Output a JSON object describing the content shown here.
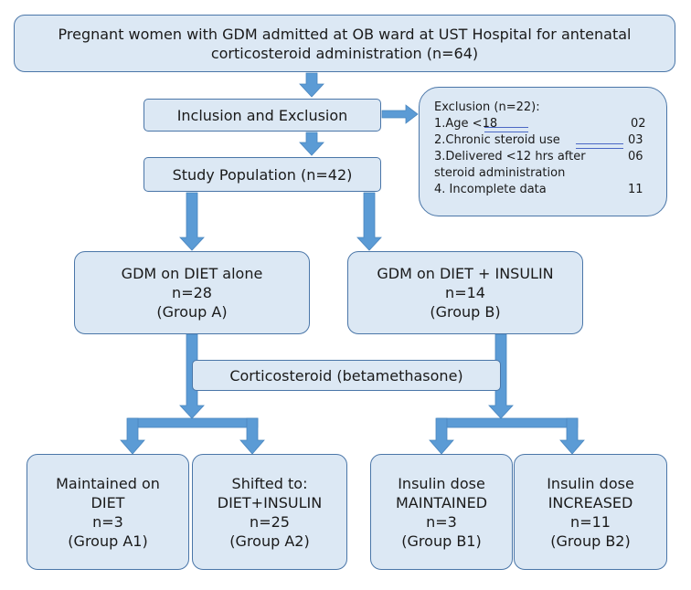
{
  "boxes": {
    "top": [
      "Pregnant women with GDM admitted at OB ward at UST Hospital for antenatal",
      "corticosteroid administration (n=64)"
    ],
    "inclusion": "Inclusion and Exclusion",
    "study_population": "Study Population (n=42)",
    "group_a": [
      "GDM on DIET alone",
      "n=28",
      "(Group A)"
    ],
    "group_b": [
      "GDM on DIET + INSULIN",
      "n=14",
      "(Group B)"
    ],
    "corticosteroid": "Corticosteroid (betamethasone)",
    "group_a1": [
      "Maintained on",
      "DIET",
      "n=3",
      "(Group A1)"
    ],
    "group_a2": [
      "Shifted to:",
      "DIET+INSULIN",
      "n=25",
      "(Group A2)"
    ],
    "group_b1": [
      "Insulin dose",
      "MAINTAINED",
      "n=3",
      "(Group B1)"
    ],
    "group_b2": [
      "Insulin dose",
      "INCREASED",
      "n=11",
      "(Group B2)"
    ]
  },
  "exclusion": {
    "title": "Exclusion (n=22):",
    "items": [
      {
        "label": "1.Age <18",
        "count": "02"
      },
      {
        "label": "2.Chronic steroid use",
        "count": "03"
      },
      {
        "label": "3.Delivered <12 hrs after",
        "count": "06"
      },
      {
        "label": "steroid administration",
        "count": ""
      },
      {
        "label": "4. Incomplete data",
        "count": "11"
      }
    ]
  },
  "colors": {
    "box_fill": "#dce8f4",
    "box_border": "#4a76a8",
    "arrow": "#5b9bd5"
  }
}
